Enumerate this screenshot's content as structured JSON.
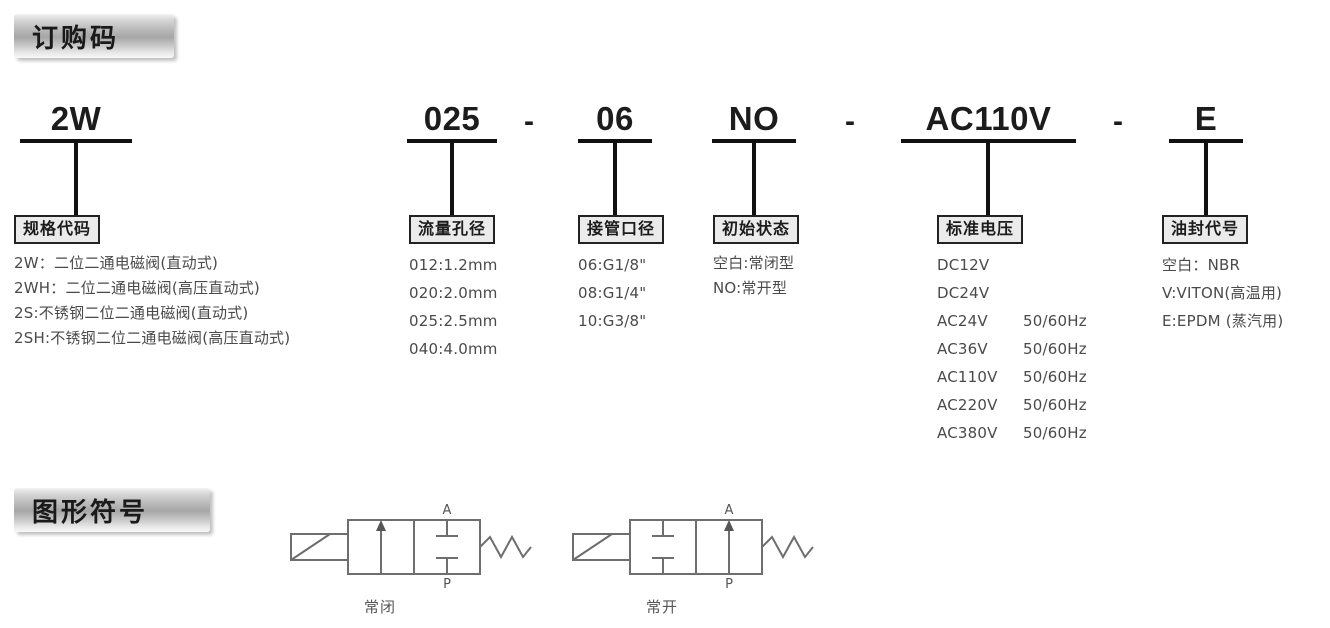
{
  "sections": {
    "order_code": {
      "title": "订购码"
    },
    "symbol": {
      "title": "图形符号"
    }
  },
  "order_code_row": {
    "segments": [
      {
        "code": "2W"
      },
      {
        "code": "025"
      },
      {
        "code": "06"
      },
      {
        "code": "NO"
      },
      {
        "code": "AC110V"
      },
      {
        "code": "E"
      }
    ],
    "separator": "-"
  },
  "columns": [
    {
      "title": "规格代码",
      "items": [
        "2W：二位二通电磁阀(直动式)",
        "2WH：二位二通电磁阀(高压直动式)",
        "2S:不锈钢二位二通电磁阀(直动式)",
        "2SH:不锈钢二位二通电磁阀(高压直动式)"
      ]
    },
    {
      "title": "流量孔径",
      "items": [
        "012:1.2mm",
        "020:2.0mm",
        "025:2.5mm",
        "040:4.0mm"
      ]
    },
    {
      "title": "接管口径",
      "items": [
        "06:G1/8\"",
        "08:G1/4\"",
        "10:G3/8\""
      ]
    },
    {
      "title": "初始状态",
      "items": [
        "空白:常闭型",
        "NO:常开型"
      ]
    },
    {
      "title": "标准电压",
      "voltages": [
        {
          "value": "DC12V",
          "freq": ""
        },
        {
          "value": "DC24V",
          "freq": ""
        },
        {
          "value": "AC24V",
          "freq": "50/60Hz"
        },
        {
          "value": "AC36V",
          "freq": "50/60Hz"
        },
        {
          "value": "AC110V",
          "freq": "50/60Hz"
        },
        {
          "value": "AC220V",
          "freq": "50/60Hz"
        },
        {
          "value": "AC380V",
          "freq": "50/60Hz"
        }
      ]
    },
    {
      "title": "油封代号",
      "items": [
        "空白：NBR",
        "V:VITON(高温用)",
        "E:EPDM (蒸汽用)"
      ]
    }
  ],
  "symbols": [
    {
      "caption": "常闭",
      "port_top": "A",
      "port_bottom": "P"
    },
    {
      "caption": "常开",
      "port_top": "A",
      "port_bottom": "P"
    }
  ]
}
